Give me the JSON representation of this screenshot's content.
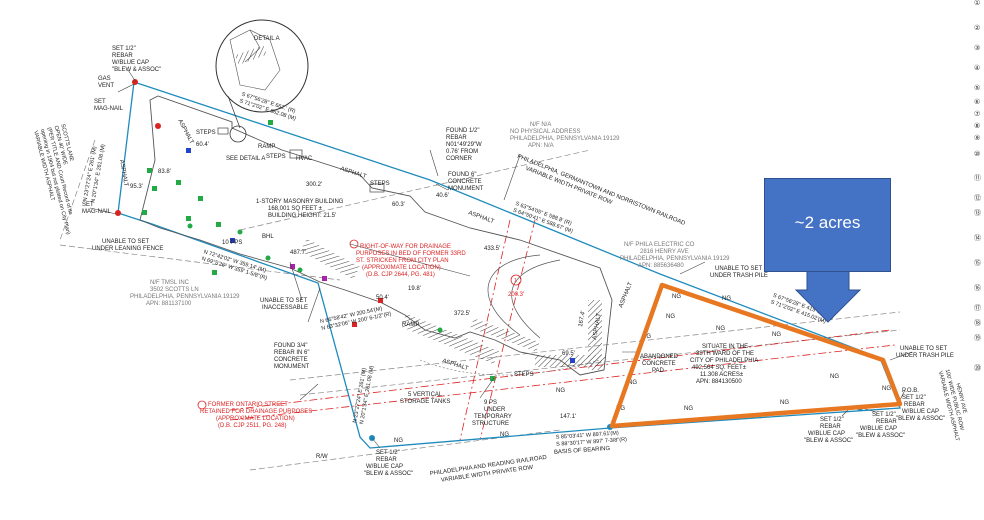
{
  "labels": {
    "detail_a_top": "DETAIL A",
    "detail_a_ref": "SEE DETAIL A",
    "ramp_top": "RAMP",
    "steps_top": "STEPS",
    "set_rebar_tl": [
      "SET 1/2\"",
      "REBAR",
      "W/BLUE CAP",
      "\"BLEW & ASSOC\""
    ],
    "gas_vent": [
      "GAS",
      "VENT"
    ],
    "set_mag_nail_top": [
      "SET",
      "MAG-NAIL"
    ],
    "set_mag_nail_bottom": [
      "SET",
      "MAG-NAIL"
    ],
    "scotts_lane": [
      "SCOTTS LANE",
      "OPEN 40' WIDE",
      "(PER TITLE AND Court Record of its",
      "opening in 1904 but not plotted on City Plan)",
      "VARIABLE WIDTH ASPHALT"
    ],
    "found_rebar_top": [
      "FOUND 1/2\"",
      "REBAR",
      "N01°49'29\"W",
      "0.76' FROM",
      "CORNER"
    ],
    "nf_no_address": [
      "N/F N/A",
      "NO PHYSICAL ADDRESS",
      "PHILADELPHIA, PENNSYLVANIA 19129",
      "APN: N/A"
    ],
    "found_monument_top": [
      "FOUND 6\"",
      "CONCRETE",
      "MONUMENT"
    ],
    "railroad_top": [
      "PHILADELPHIA, GERMANTOWN AND NORRISTOWN RAILROAD",
      "VARIABLE WIDTH PRIVATE ROW"
    ],
    "bearing_top": [
      "S 67°56'28\" E 662.' (R)",
      "S 71°2'02\" E 662.08 (M)"
    ],
    "bearing_north": [
      "S 63°54'05\" E 588.8' (R)",
      "S 64°50'41\" E 588.67' (M)"
    ],
    "building": [
      "1-STORY MASONRY BUILDING",
      "168,001 SQ FEET ±",
      "BUILDING HEIGHT: 21.5'"
    ],
    "row_drainage": [
      "RIGHT-OF-WAY FOR DRAINAGE",
      "PURPOSES IN BED OF FORMER 33RD",
      "ST. STRICKEN FROM CITY PLAN",
      "(APPROXIMATE LOCATION)",
      "(D.B. CJP 2644, PG. 481)"
    ],
    "nf_phila_electric": [
      "N/F PHILA ELECTRIC CO",
      "2816 HENRY AVE",
      "PHILADELPHIA, PENNSYLVANIA 19129",
      "APN: 885636480"
    ],
    "unable_trash_top": [
      "UNABLE TO SET",
      "UNDER TRASH PILE"
    ],
    "unable_trash_right": [
      "UNABLE TO SET",
      "UNDER TRASH PILE"
    ],
    "bearing_east": [
      "S 67°56'28\" E 415' 1/4\"(R)",
      "S 71°2'02\" E 415.02'(M)"
    ],
    "unable_fence": [
      "UNABLE TO SET",
      "UNDER LEANING FENCE"
    ],
    "nf_tmsl": [
      "N/F TMSL INC",
      "3502 SCOTTS LN",
      "PHILADELPHIA, PENNSYLVANIA 19129",
      "APN: 881137100"
    ],
    "bearing_west_1": [
      "N 72°42'02\" W 359.14' (M)",
      "N 69°5'26\" W 359' 1-5/8\"(R)"
    ],
    "unable_inaccessible": [
      "UNABLE TO SET",
      "INACCESSABLE"
    ],
    "bearing_west_2": [
      "N 66°58'42\" W 200.54'(M)",
      "N 63°32'06\" W 200' 6-1/2\"(R)"
    ],
    "found_rebar_mid": [
      "FOUND 3/4\"",
      "REBAR IN 6\"",
      "CONCRETE",
      "MONUMENT"
    ],
    "bearing_vertical": [
      "N 23°27'24\" E 261' (M)",
      "N 20°1'34\" E 261.08 (M)"
    ],
    "former_ontario": [
      "FORMER ONTARIO STREET",
      "RETAINED FOR DRAINAGE PURPOSES",
      "(APPROXIMATE LOCATION)",
      "(D.B. CJP 2511, PG. 248)"
    ],
    "storage_tanks": [
      "5 VERTICAL",
      "STORAGE TANKS"
    ],
    "temp_structure": [
      "9 PS",
      "UNDER",
      "TEMPORARY",
      "STRUCTURE"
    ],
    "abandoned_pad": [
      "ABANDONED",
      "CONCRETE",
      "PAD"
    ],
    "situate": [
      "SITUATE IN THE",
      "38TH WARD OF THE",
      "CITY OF PHILADELPHIA",
      "492,564 SQ. FEET±",
      "11.308 ACRES±",
      "APN: 884130500"
    ],
    "bearing_south": [
      "S 85°03'41\" W 897.61'(M)",
      "S 88°30'17\" W 897' 7-3/8\"(R)"
    ],
    "basis_of_bearing": "BASIS OF BEARING",
    "railroad_bottom": [
      "PHILADELPHIA AND READING RAILROAD",
      "VARIABLE WIDTH PRIVATE ROW"
    ],
    "set_rebar_bottom": [
      "SET 1/2\"",
      "REBAR",
      "W/BLUE CAP",
      "\"BLEW & ASSOC\""
    ],
    "set_rebar_br1": [
      "SET 1/2\"",
      "REBAR",
      "W/BLUE CAP",
      "\"BLEW & ASSOC\""
    ],
    "set_rebar_br2": [
      "SET 1/2\"",
      "REBAR",
      "W/BLUE CAP",
      "\"BLEW & ASSOC\""
    ],
    "pob_rebar": [
      "P.O.B.",
      "SET 1/2\"",
      "REBAR",
      "W/BLUE CAP",
      "\"BLEW & ASSOC\""
    ],
    "henry_ave": [
      "HENRY AVE",
      "100' WIDE PUBLIC ROW",
      "VARIABLE WIDTH ASPHALT"
    ],
    "asphalt": "ASPHALT",
    "ng": "NG",
    "rw": "R/W",
    "pps": "10 PPS",
    "bhl": "BHL",
    "dims": [
      "60.4'",
      "300.2'",
      "60.3'",
      "40.6'",
      "433.5'",
      "487.7'",
      "83.8'",
      "95.3'",
      "167.4'",
      "372.5'",
      "69.5'",
      "147.1'",
      "200.3'",
      "50.4'",
      "19.8'"
    ],
    "steps": "STEPS",
    "ramp": "RAMP",
    "hvac": "HVAC",
    "leader_marker": "1"
  },
  "callout": {
    "label": "~2 acres"
  },
  "legend_marks": [
    "①",
    "②",
    "③",
    "④",
    "⑤",
    "⑥",
    "⑦",
    "⑧",
    "⑨",
    "⑩",
    "⑪",
    "⑫",
    "⑬",
    "⑭",
    "⑮",
    "⑯",
    "⑰",
    "⑱",
    "⑲",
    "⑳"
  ],
  "colors": {
    "highlight": "#e87722",
    "callout": "#4472c4",
    "boundary": "#1f8bbd",
    "annotation": "#dd2222"
  }
}
